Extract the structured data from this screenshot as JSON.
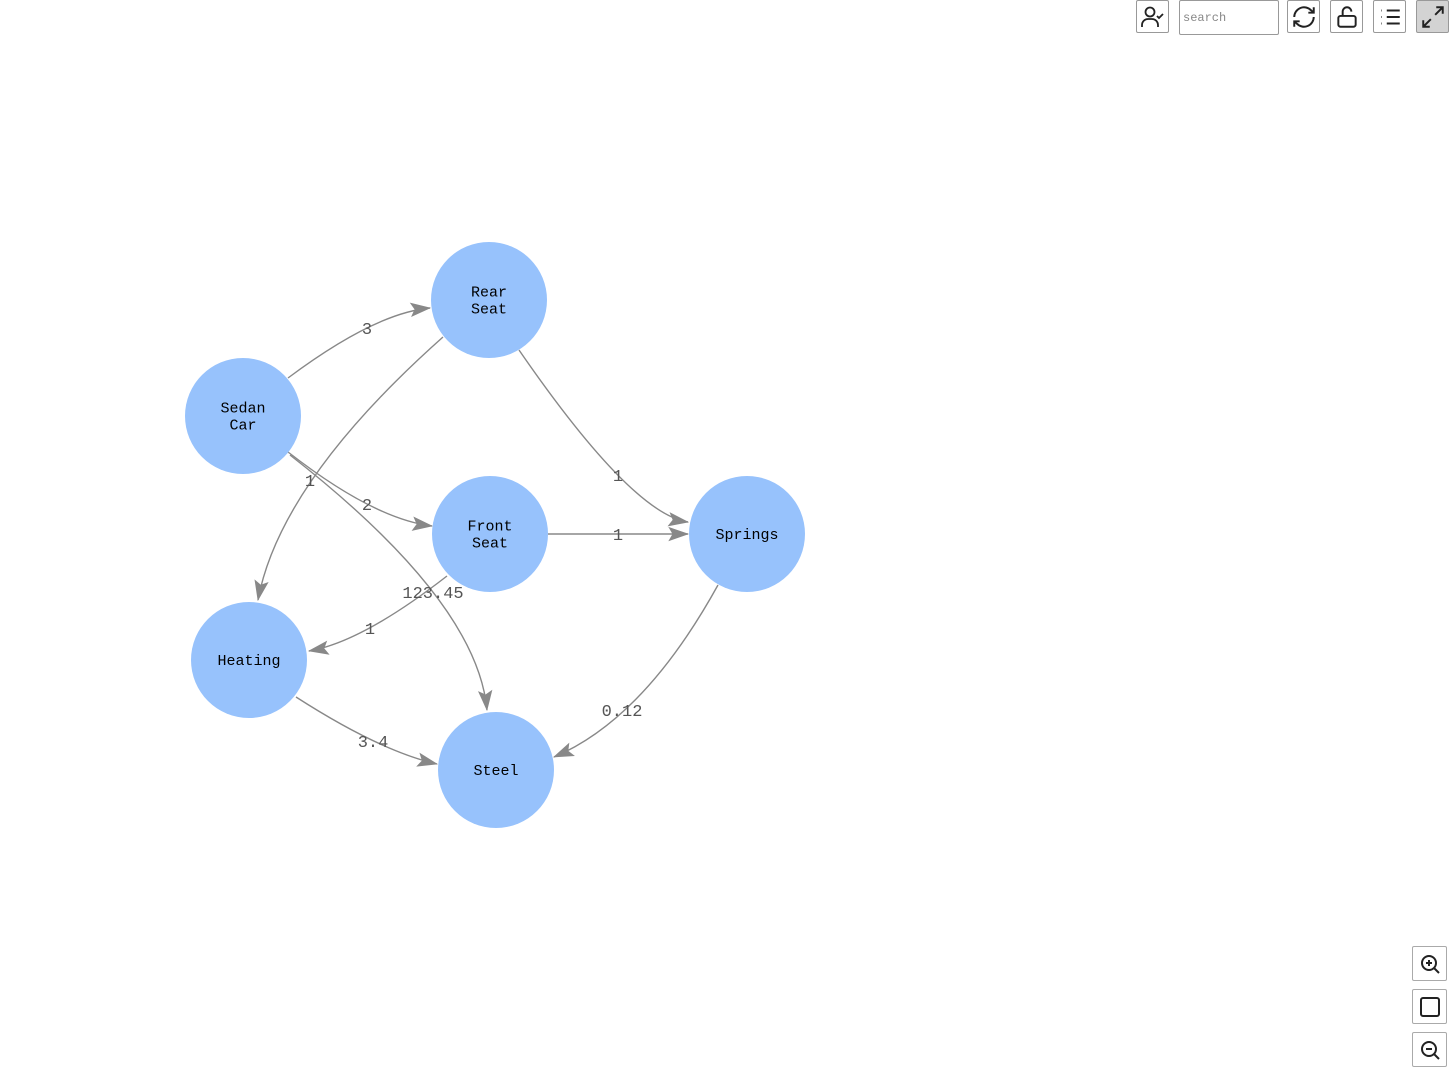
{
  "toolbar": {
    "search_placeholder": "search",
    "icons": [
      "user-check-icon",
      "refresh-icon",
      "unlock-icon",
      "list-icon",
      "expand-icon"
    ]
  },
  "zoom_controls": [
    "zoom-in-icon",
    "fit-icon",
    "zoom-out-icon"
  ],
  "colors": {
    "node_fill": "#97c2fc",
    "edge": "#888888",
    "edge_label": "#555555"
  },
  "nodes": [
    {
      "id": "sedan",
      "label": [
        "Sedan",
        "Car"
      ]
    },
    {
      "id": "rear",
      "label": [
        "Rear",
        "Seat"
      ]
    },
    {
      "id": "front",
      "label": [
        "Front",
        "Seat"
      ]
    },
    {
      "id": "springs",
      "label": [
        "Springs"
      ]
    },
    {
      "id": "heating",
      "label": [
        "Heating"
      ]
    },
    {
      "id": "steel",
      "label": [
        "Steel"
      ]
    }
  ],
  "edges": [
    {
      "from": "sedan",
      "to": "rear",
      "label": "3"
    },
    {
      "from": "sedan",
      "to": "front",
      "label": "2"
    },
    {
      "from": "sedan",
      "to": "steel",
      "label": "123.45"
    },
    {
      "from": "rear",
      "to": "heating",
      "label": "1"
    },
    {
      "from": "rear",
      "to": "springs",
      "label": "1"
    },
    {
      "from": "front",
      "to": "springs",
      "label": "1"
    },
    {
      "from": "front",
      "to": "heating",
      "label": "1"
    },
    {
      "from": "springs",
      "to": "steel",
      "label": "0.12"
    },
    {
      "from": "heating",
      "to": "steel",
      "label": "3.4"
    }
  ]
}
